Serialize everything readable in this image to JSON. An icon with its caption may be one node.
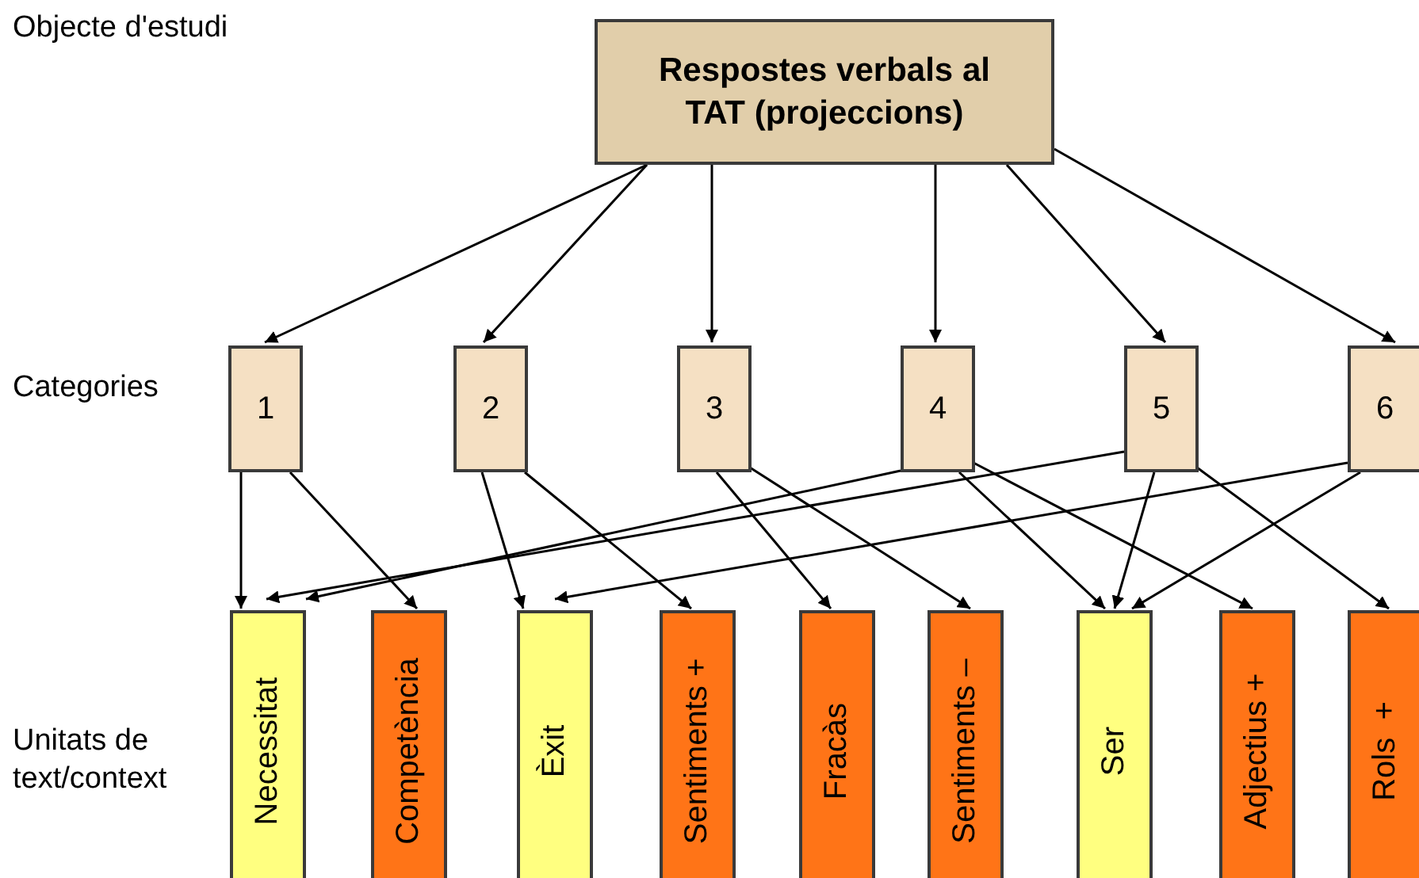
{
  "diagram": {
    "nodes": [
      {
        "text": [
          "Respostes verbals al TAT (projeccions)"
        ]
      },
      {
        "text": [
          "1"
        ]
      },
      {
        "text": [
          "2"
        ]
      },
      {
        "text": [
          "3"
        ]
      },
      {
        "text": [
          "4"
        ]
      },
      {
        "text": [
          "5"
        ]
      },
      {
        "text": [
          "6"
        ]
      },
      {
        "text": [
          "Necessitat"
        ]
      },
      {
        "text": [
          "Competència"
        ]
      },
      {
        "text": [
          "Èxit"
        ]
      },
      {
        "text": [
          "Sentiments +"
        ]
      },
      {
        "text": [
          "Fracàs"
        ]
      },
      {
        "text": [
          "Sentiments –"
        ]
      },
      {
        "text": [
          "Ser"
        ]
      },
      {
        "text": [
          "Adjectius +"
        ]
      },
      {
        "text": [
          "Rols  +"
        ]
      }
    ],
    "edges": [
      {
        "from": 0,
        "to": 1,
        "arrow": "to"
      },
      {
        "from": 0,
        "to": 2,
        "arrow": "to"
      },
      {
        "from": 0,
        "to": 3,
        "arrow": "to"
      },
      {
        "from": 0,
        "to": 4,
        "arrow": "to"
      },
      {
        "from": 0,
        "to": 5,
        "arrow": "to"
      },
      {
        "from": 0,
        "to": 6,
        "arrow": "to"
      },
      {
        "from": 1,
        "to": 7,
        "arrow": "to"
      },
      {
        "from": 1,
        "to": 8,
        "arrow": "to"
      },
      {
        "from": 2,
        "to": 9,
        "arrow": "to"
      },
      {
        "from": 2,
        "to": 10,
        "arrow": "to"
      },
      {
        "from": 3,
        "to": 11,
        "arrow": "to"
      },
      {
        "from": 3,
        "to": 12,
        "arrow": "to"
      },
      {
        "from": 4,
        "to": 7,
        "arrow": "to"
      },
      {
        "from": 4,
        "to": 13,
        "arrow": "to"
      },
      {
        "from": 4,
        "to": 14,
        "arrow": "to"
      },
      {
        "from": 5,
        "to": 7,
        "arrow": "to"
      },
      {
        "from": 5,
        "to": 13,
        "arrow": "to"
      },
      {
        "from": 5,
        "to": 15,
        "arrow": "to"
      },
      {
        "from": 6,
        "to": 9,
        "arrow": "to"
      },
      {
        "from": 6,
        "to": 13,
        "arrow": "to"
      }
    ],
    "labels": [
      "Objecte d'estudi",
      "Categories",
      "Unitats de text/context"
    ]
  }
}
